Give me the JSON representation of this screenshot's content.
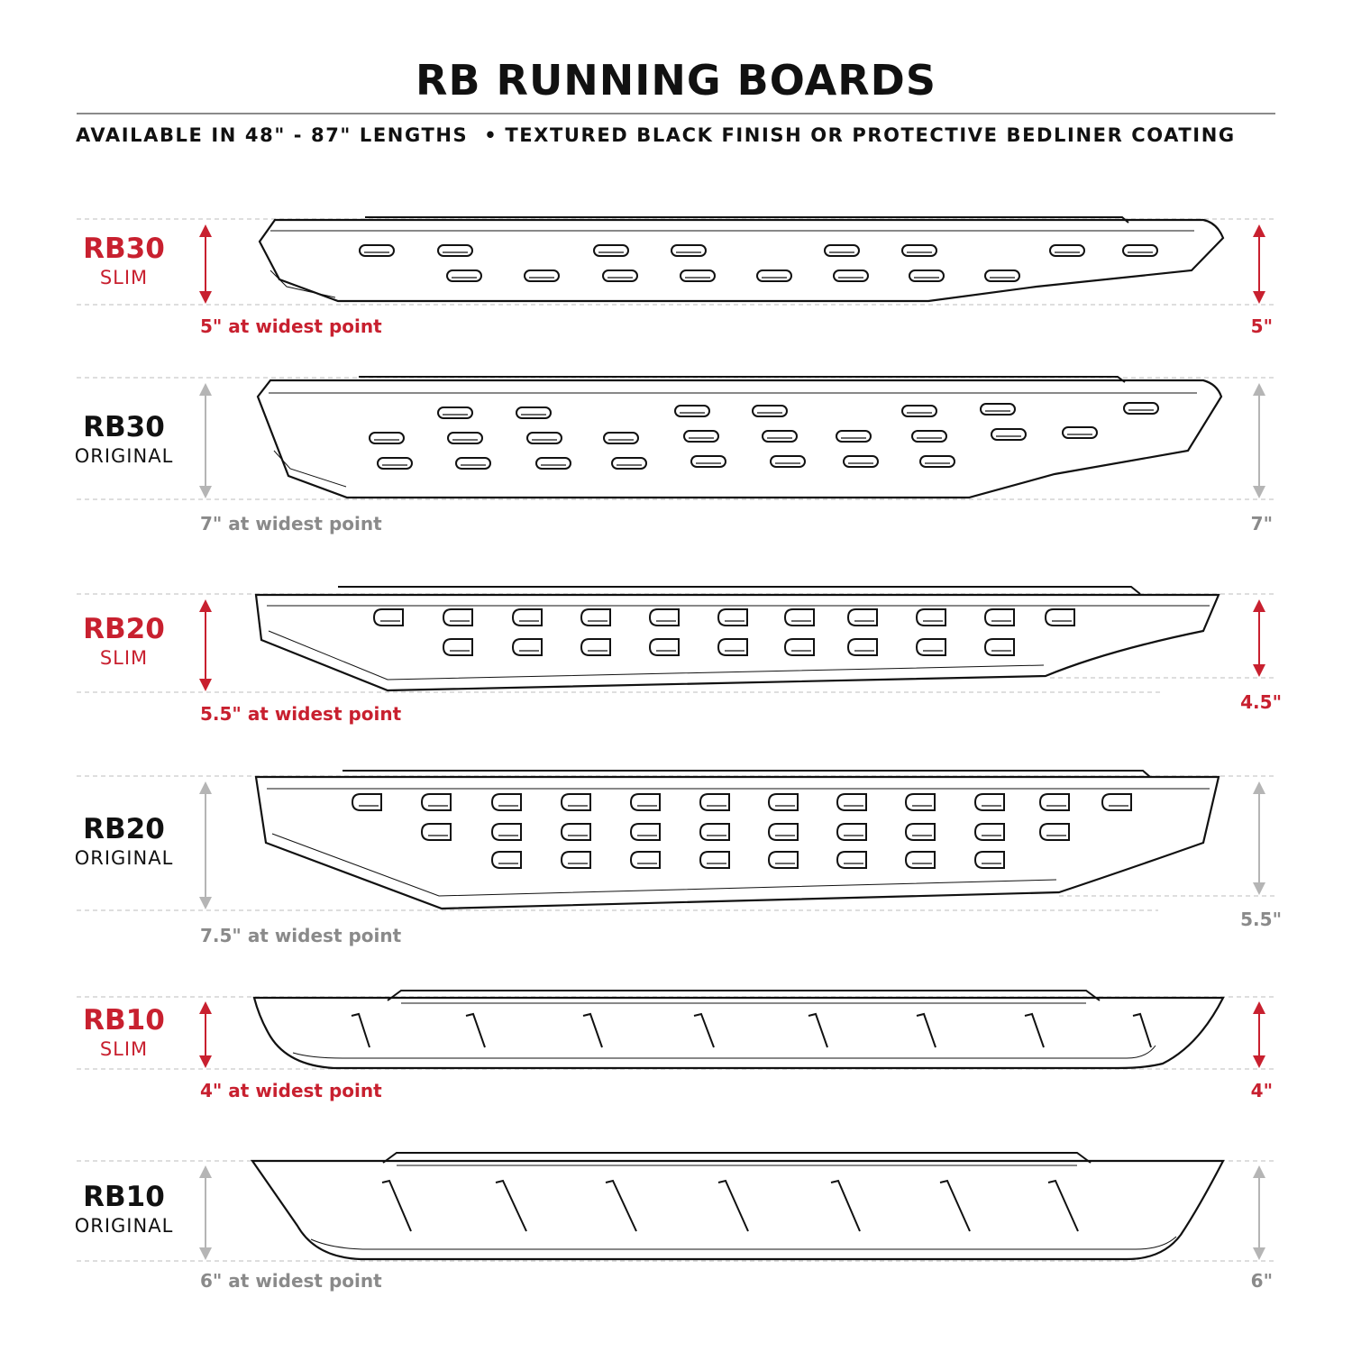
{
  "title": "RB RUNNING BOARDS",
  "subtitle": {
    "lengths": "AVAILABLE IN 48\" - 87\" LENGTHS",
    "bullet": "•",
    "finish": "TEXTURED BLACK FINISH OR PROTECTIVE BEDLINER COATING"
  },
  "colors": {
    "accent": "#c8202f",
    "neutral": "#8a8a8a",
    "text": "#111111"
  },
  "boards": [
    {
      "model": "RB30",
      "variant": "SLIM",
      "widest_label": "5\" at widest point",
      "end_label": "5\"",
      "accent": true
    },
    {
      "model": "RB30",
      "variant": "ORIGINAL",
      "widest_label": "7\" at widest point",
      "end_label": "7\"",
      "accent": false
    },
    {
      "model": "RB20",
      "variant": "SLIM",
      "widest_label": "5.5\" at widest point",
      "end_label": "4.5\"",
      "accent": true
    },
    {
      "model": "RB20",
      "variant": "ORIGINAL",
      "widest_label": "7.5\" at widest point",
      "end_label": "5.5\"",
      "accent": false
    },
    {
      "model": "RB10",
      "variant": "SLIM",
      "widest_label": "4\" at widest point",
      "end_label": "4\"",
      "accent": true
    },
    {
      "model": "RB10",
      "variant": "ORIGINAL",
      "widest_label": "6\" at widest point",
      "end_label": "6\"",
      "accent": false
    }
  ]
}
